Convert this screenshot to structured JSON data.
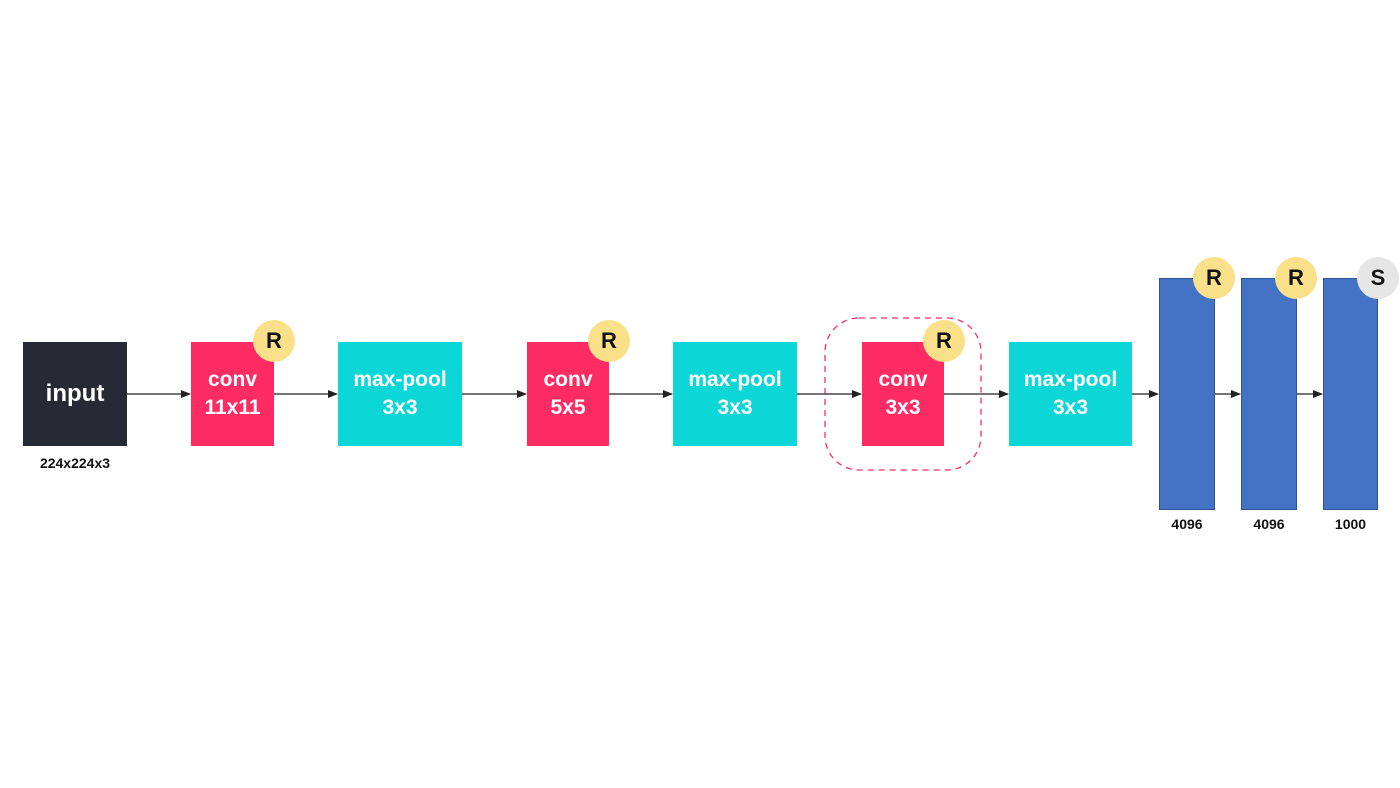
{
  "input": {
    "label": "input",
    "shape": "224x224x3"
  },
  "layers": [
    {
      "type": "conv",
      "line1": "conv",
      "line2": "11x11",
      "activation": "R"
    },
    {
      "type": "pool",
      "line1": "max-pool",
      "line2": "3x3"
    },
    {
      "type": "conv",
      "line1": "conv",
      "line2": "5x5",
      "activation": "R"
    },
    {
      "type": "pool",
      "line1": "max-pool",
      "line2": "3x3"
    },
    {
      "type": "conv",
      "line1": "conv",
      "line2": "3x3",
      "activation": "R",
      "highlighted": true
    },
    {
      "type": "pool",
      "line1": "max-pool",
      "line2": "3x3"
    }
  ],
  "dense": [
    {
      "units": "4096",
      "activation": "R"
    },
    {
      "units": "4096",
      "activation": "R"
    },
    {
      "units": "1000",
      "activation": "S"
    }
  ],
  "colors": {
    "input": "#262a35",
    "conv": "#ff2b63",
    "pool": "#0cd6d6",
    "dense": "#4472c4",
    "relu_badge": "#fbe08a",
    "softmax_badge": "#e6e6e6",
    "highlight_dash": "#ff2b63",
    "arrow": "#222222"
  }
}
